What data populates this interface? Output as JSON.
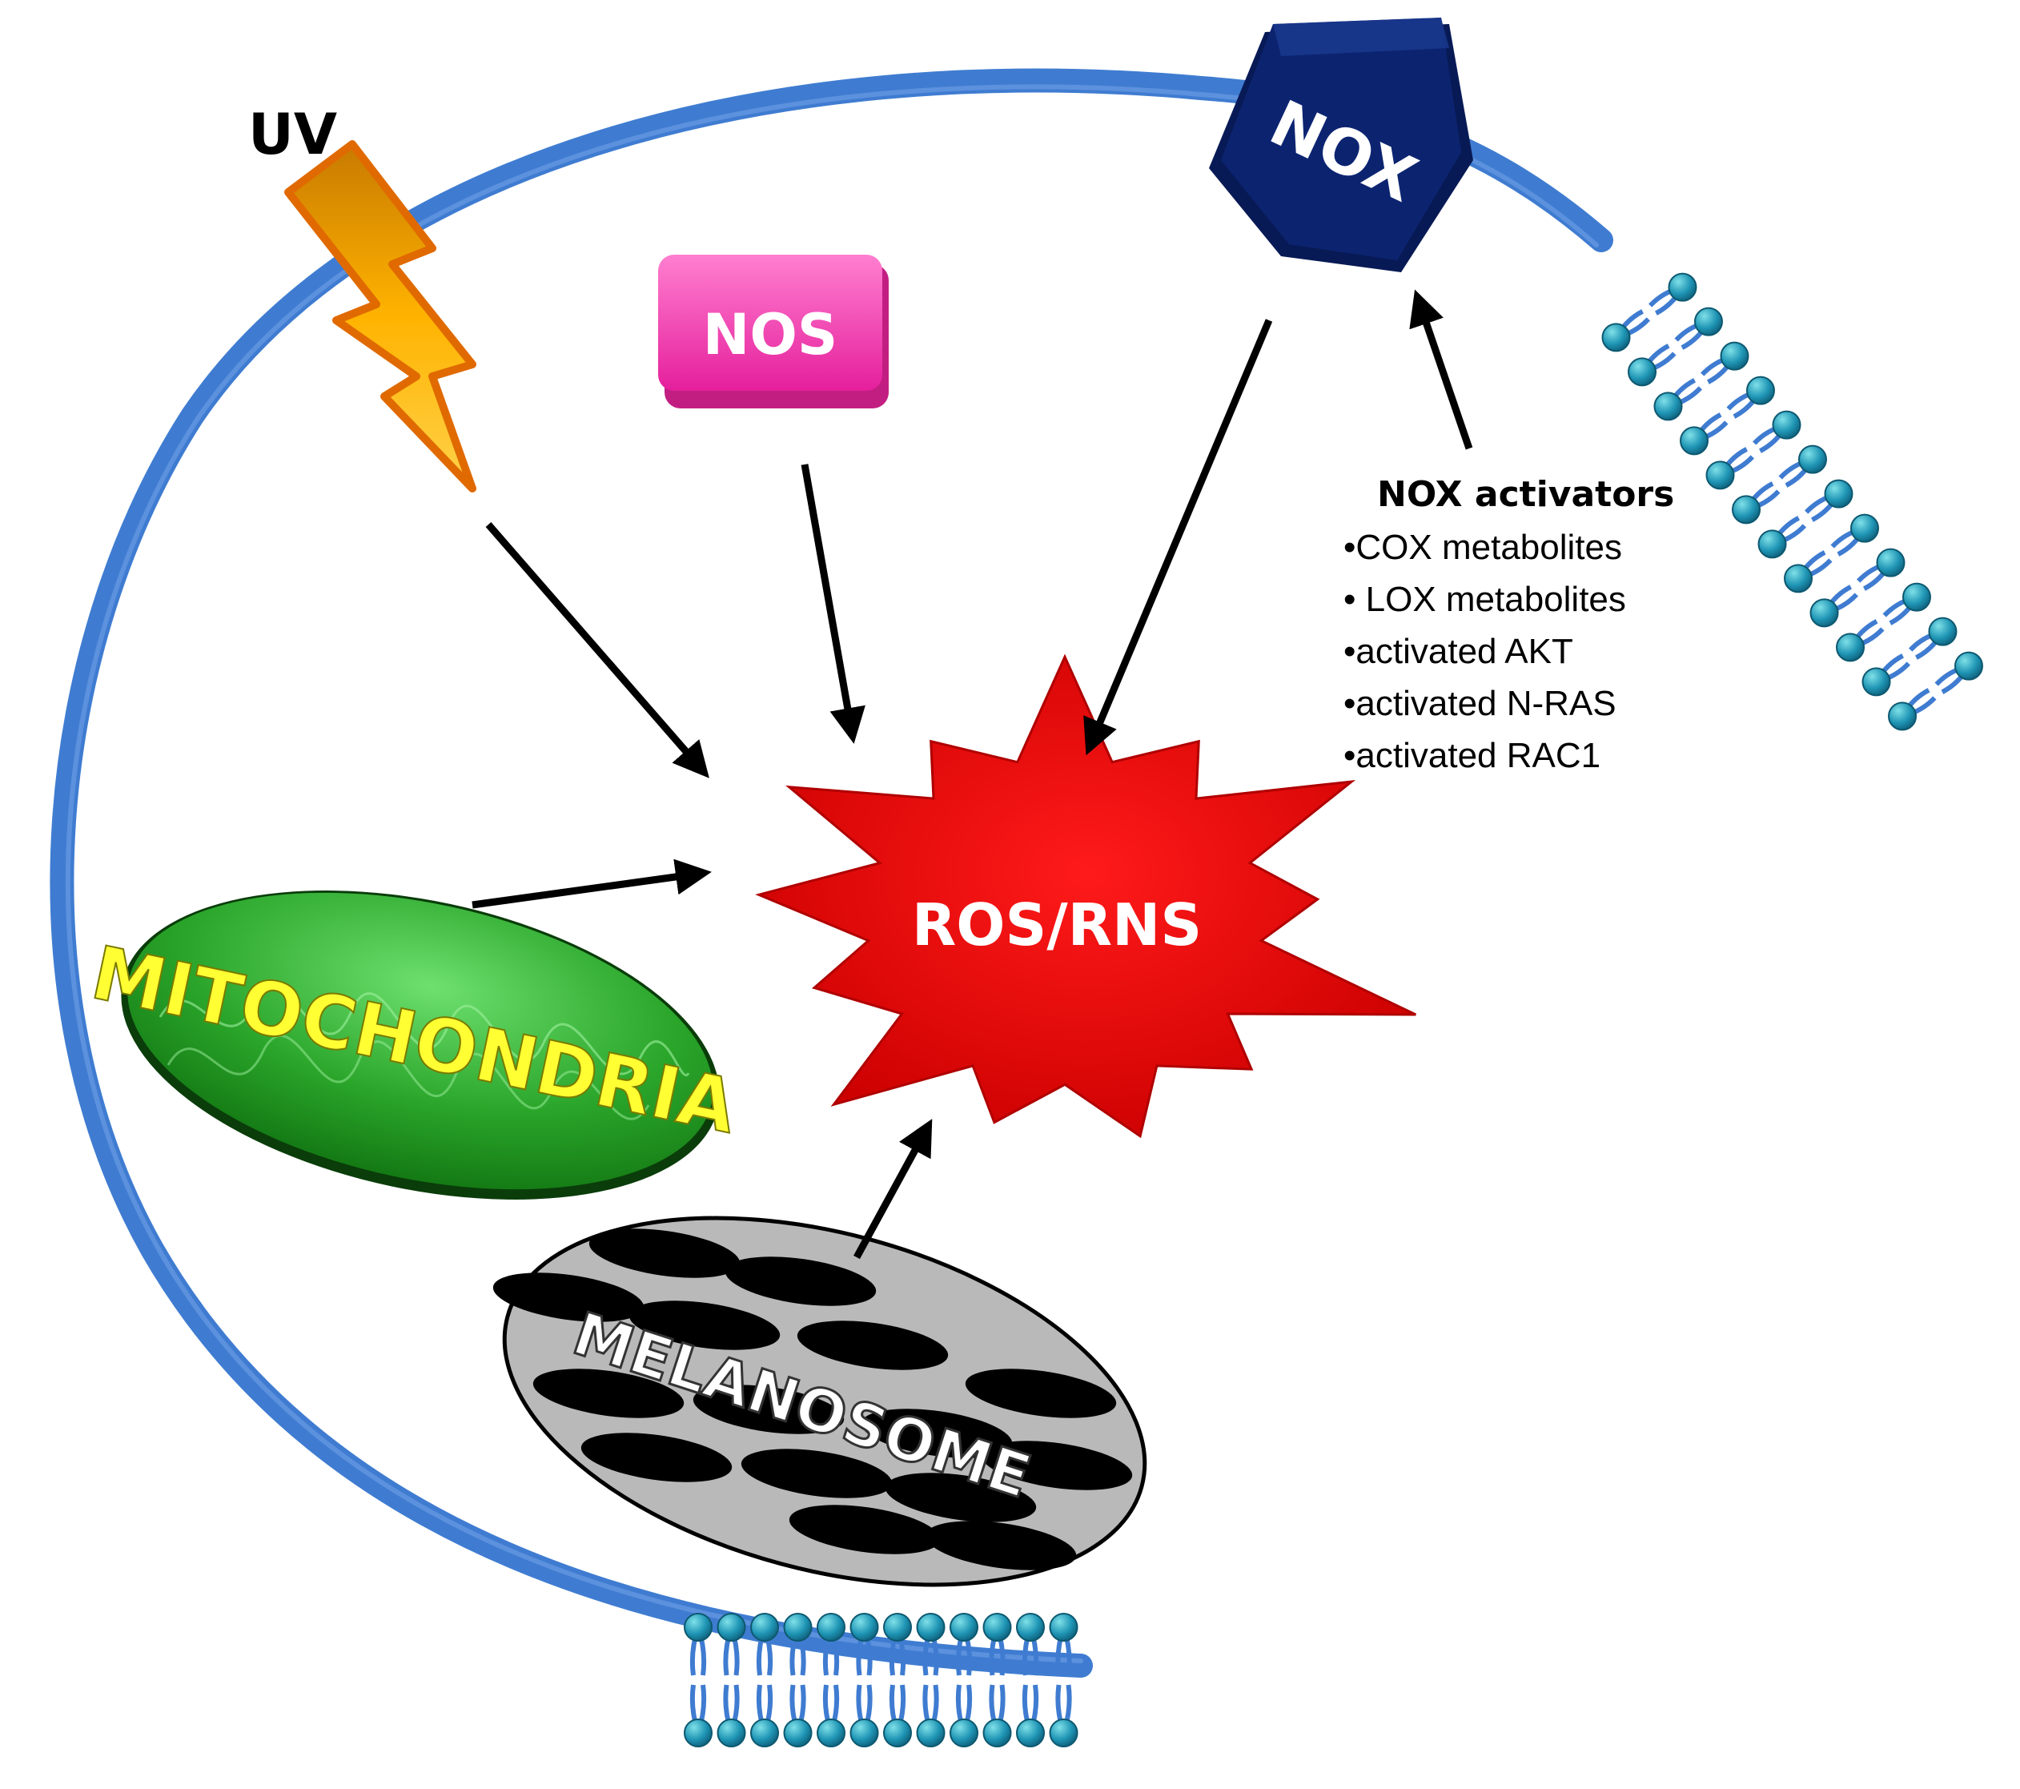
{
  "labels": {
    "uv": "UV",
    "nos": "NOS",
    "nox": "NOX",
    "ros_rns": "ROS/RNS",
    "mitochondria": "MITOCHONDRIA",
    "melanosome": "MELANOSOME"
  },
  "nox_activators": {
    "title": "NOX activators",
    "items": [
      "•COX metabolites",
      "• LOX metabolites",
      "•activated AKT",
      "•activated N-RAS",
      "•activated RAC1"
    ]
  },
  "colors": {
    "membrane": "#3f7cd1",
    "membrane_dark": "#2a5fb0",
    "nox": "#0c2470",
    "nos": "#ff44b9",
    "ros": "#ff0000",
    "mitochondria": "#2aa52a",
    "mitochondria_text": "#ffff33",
    "melanosome": "#b9b9b9",
    "uv": "#ffb300",
    "uv_outline": "#e06a00",
    "lipid_head": "#1f95b5",
    "arrow": "#000000"
  },
  "icons": {
    "uv": "lightning-bolt-icon",
    "lipid_bilayer": "lipid-bilayer-icon",
    "arrow": "arrow-icon"
  }
}
